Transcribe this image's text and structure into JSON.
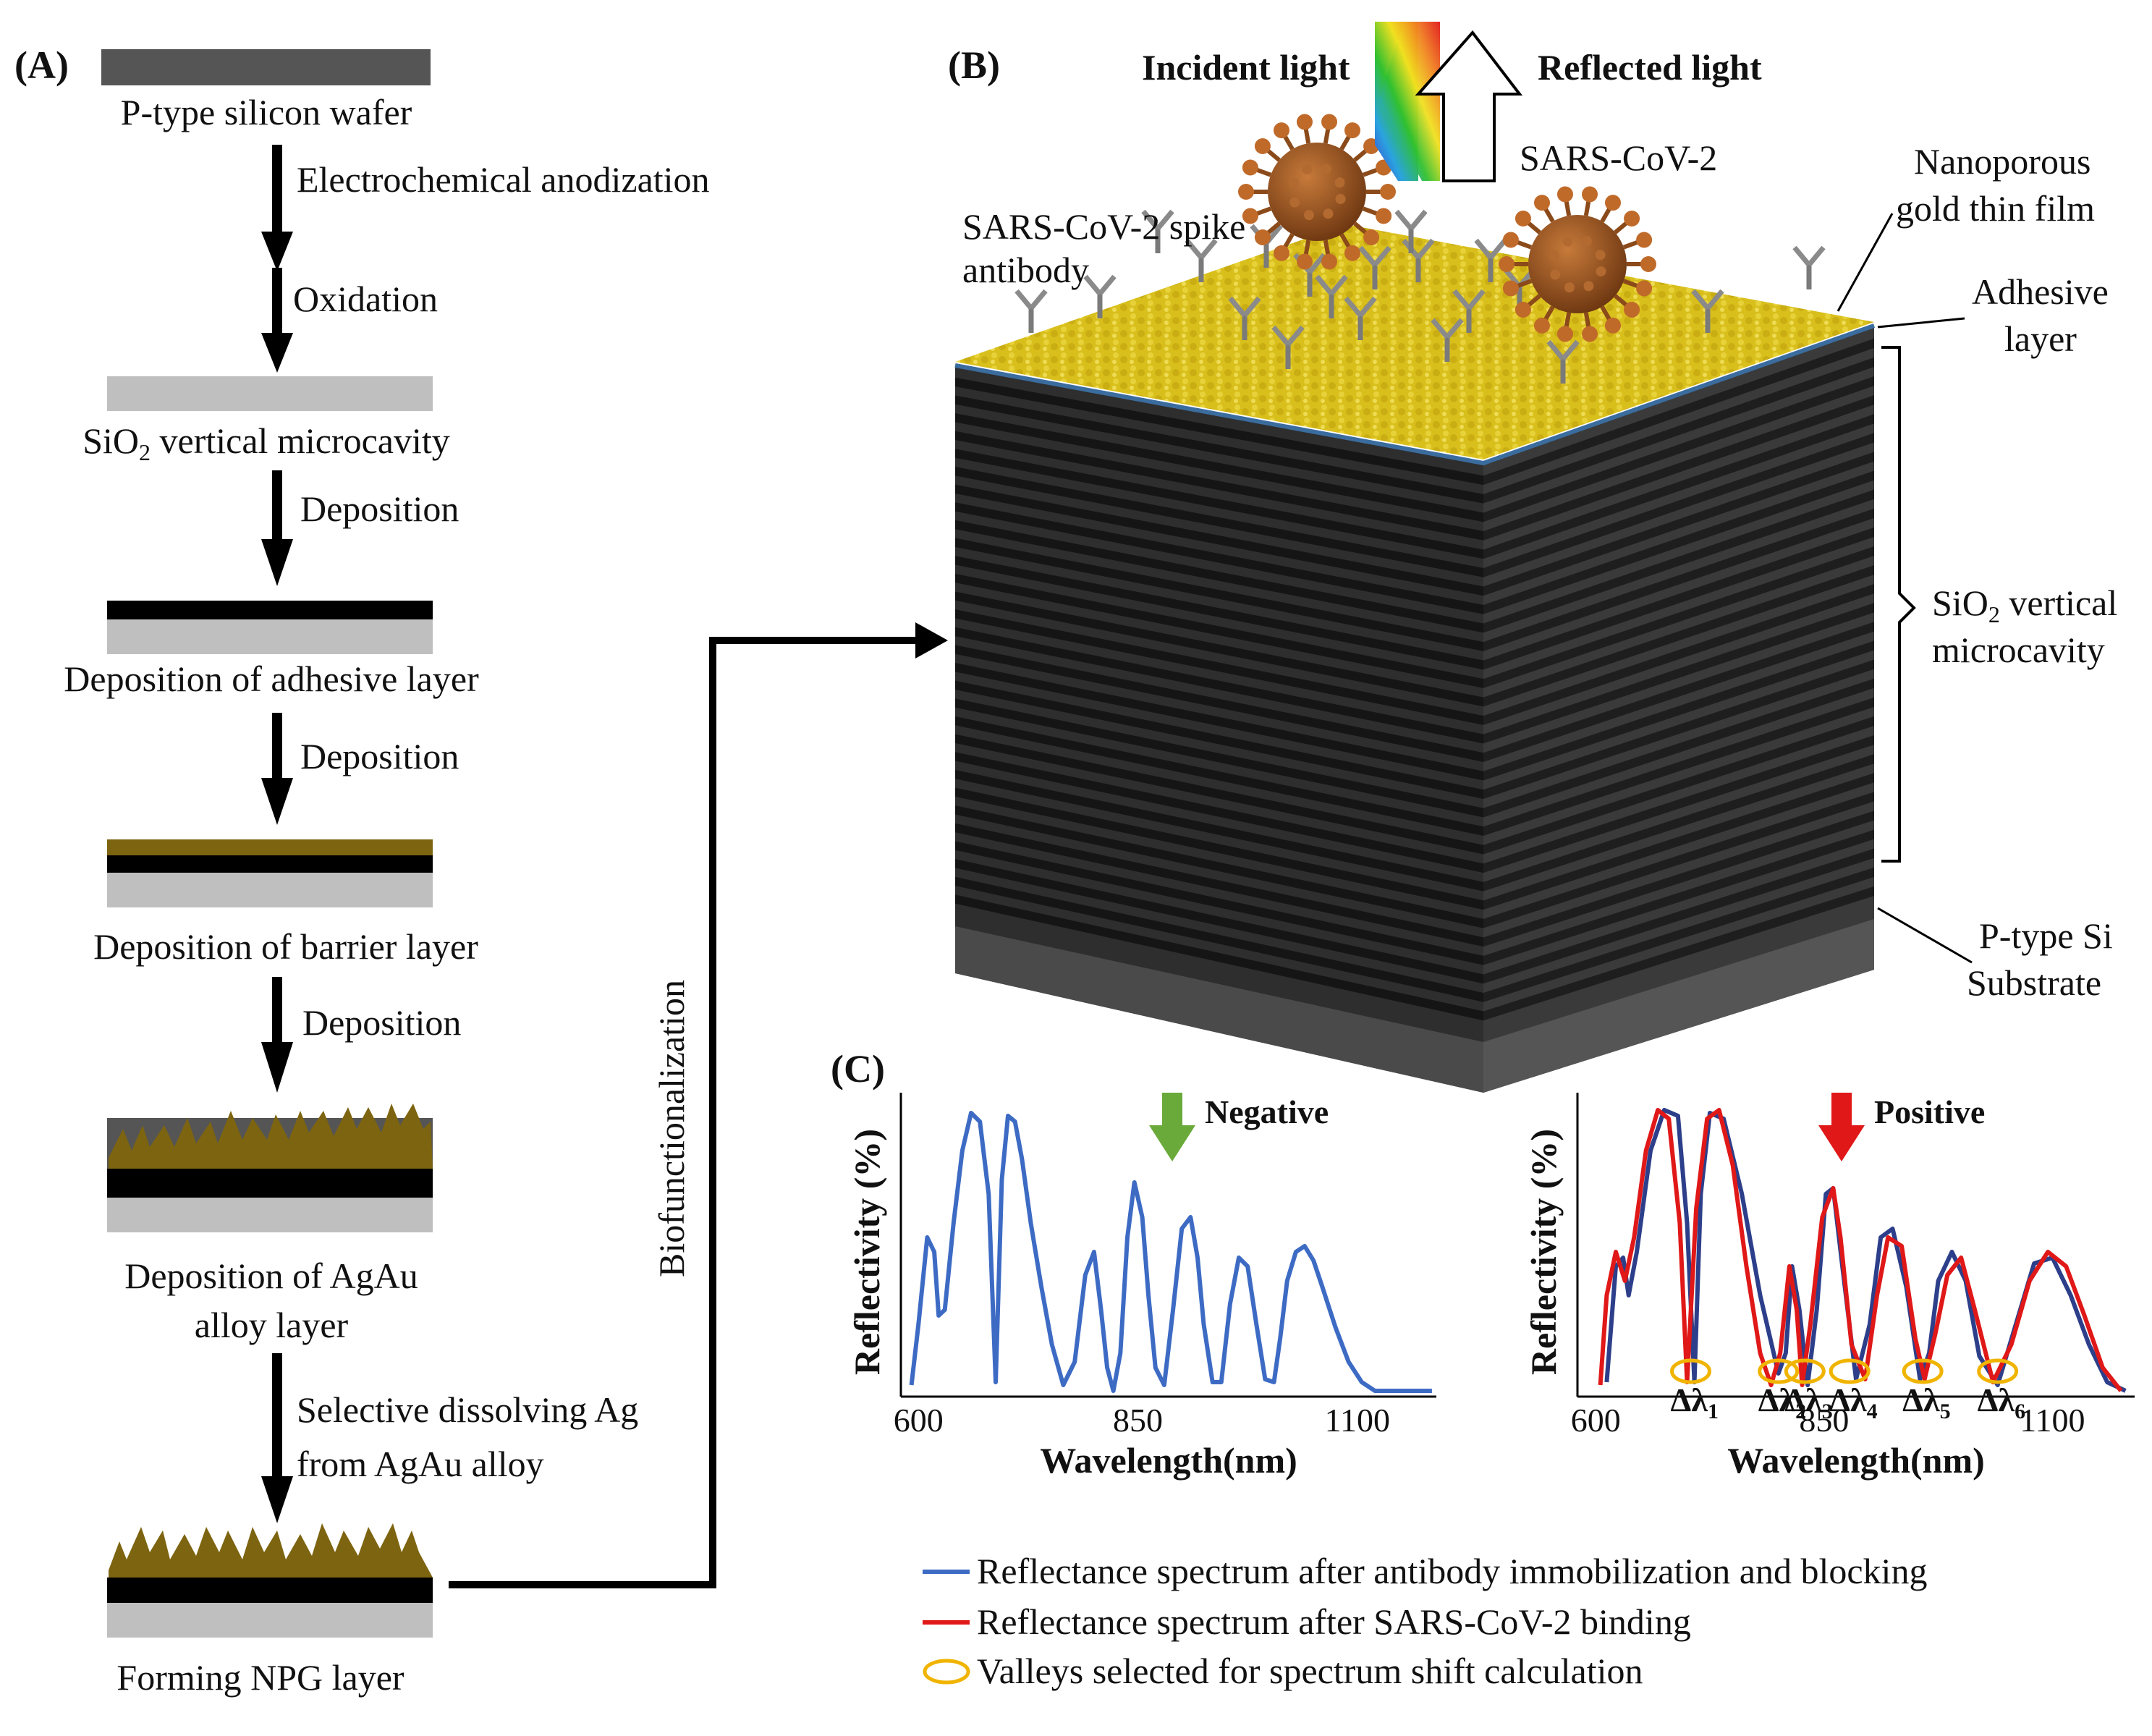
{
  "panels": {
    "a_label": "(A)",
    "b_label": "(B)",
    "c_label": "(C)"
  },
  "fabrication_steps": [
    {
      "label": "P-type silicon wafer"
    },
    {
      "label": "SiO",
      "sub": "2",
      "label_rest": " vertical microcavity"
    },
    {
      "label": "Deposition of adhesive layer"
    },
    {
      "label": "Deposition of barrier layer"
    },
    {
      "label_line1": "Deposition of AgAu",
      "label_line2": "alloy layer"
    },
    {
      "label": "Forming NPG layer"
    }
  ],
  "process_arrows": [
    {
      "label": "Electrochemical anodization"
    },
    {
      "label": "Oxidation"
    },
    {
      "label": "Deposition"
    },
    {
      "label": "Deposition"
    },
    {
      "label": "Deposition"
    },
    {
      "label_line1": "Selective dissolving Ag",
      "label_line2": "from AgAu alloy"
    }
  ],
  "biofunctionalization_label": "Biofunctionalization",
  "sensor": {
    "incident_light": "Incident light",
    "reflected_light": "Reflected light",
    "virus_label": "SARS-CoV-2",
    "antibody_label_line1": "SARS-CoV-2 spike",
    "antibody_label_line2": "antibody",
    "npg_label_line1": "Nanoporous",
    "npg_label_line2": "gold thin film",
    "adhesive_label_line1": "Adhesive",
    "adhesive_label_line2": "layer",
    "microcavity_label_line1_main": "SiO",
    "microcavity_label_line1_sub": "2",
    "microcavity_label_line1_rest": " vertical",
    "microcavity_label_line2": "microcavity",
    "substrate_label_line1": "P-type Si",
    "substrate_label_line2": "Substrate"
  },
  "chart_data": [
    {
      "type": "line",
      "annotation": "Negative",
      "xlabel": "Wavelength(nm)",
      "ylabel": "Reflectivity (%)",
      "xticks": [
        600,
        850,
        1100
      ],
      "xlim": [
        580,
        1190
      ],
      "ylim": [
        0,
        1
      ],
      "series": [
        {
          "name": "Reflectance spectrum after antibody immobilization and blocking",
          "color": "#3d6bc4",
          "x": [
            592,
            600,
            610,
            618,
            623,
            630,
            640,
            650,
            660,
            670,
            680,
            688,
            695,
            702,
            710,
            718,
            728,
            740,
            752,
            765,
            778,
            790,
            800,
            808,
            815,
            822,
            830,
            838,
            846,
            855,
            862,
            870,
            880,
            890,
            900,
            910,
            918,
            925,
            935,
            945,
            955,
            965,
            975,
            985,
            995,
            1005,
            1012,
            1020,
            1030,
            1040,
            1050,
            1060,
            1075,
            1090,
            1105,
            1120,
            1132,
            1145,
            1160,
            1175,
            1185
          ],
          "y": [
            0.04,
            0.25,
            0.55,
            0.5,
            0.28,
            0.3,
            0.6,
            0.85,
            0.98,
            0.95,
            0.7,
            0.05,
            0.75,
            0.97,
            0.95,
            0.82,
            0.6,
            0.38,
            0.18,
            0.04,
            0.12,
            0.42,
            0.5,
            0.3,
            0.1,
            0.02,
            0.15,
            0.55,
            0.74,
            0.62,
            0.35,
            0.1,
            0.04,
            0.3,
            0.58,
            0.62,
            0.48,
            0.25,
            0.05,
            0.05,
            0.32,
            0.48,
            0.45,
            0.25,
            0.06,
            0.05,
            0.2,
            0.4,
            0.5,
            0.52,
            0.47,
            0.38,
            0.24,
            0.12,
            0.05,
            0.02,
            0.02,
            0.02,
            0.02,
            0.02,
            0.02
          ]
        }
      ]
    },
    {
      "type": "line",
      "annotation": "Positive",
      "xlabel": "Wavelength(nm)",
      "ylabel": "Reflectivity (%)",
      "xticks": [
        600,
        850,
        1100
      ],
      "xlim": [
        580,
        1190
      ],
      "ylim": [
        0,
        1
      ],
      "series": [
        {
          "name": "Reflectance spectrum after antibody immobilization and blocking",
          "color": "#2d3f8a",
          "x": [
            612,
            622,
            630,
            636,
            645,
            660,
            675,
            690,
            700,
            708,
            715,
            725,
            740,
            760,
            780,
            800,
            808,
            815,
            823,
            832,
            842,
            852,
            860,
            870,
            885,
            900,
            912,
            925,
            940,
            955,
            965,
            975,
            990,
            1005,
            1020,
            1040,
            1060,
            1080,
            1100,
            1120,
            1140,
            1160,
            1180
          ],
          "y": [
            0.05,
            0.45,
            0.48,
            0.35,
            0.5,
            0.85,
            0.99,
            0.97,
            0.6,
            0.05,
            0.7,
            0.98,
            0.96,
            0.7,
            0.35,
            0.08,
            0.15,
            0.45,
            0.3,
            0.04,
            0.3,
            0.7,
            0.72,
            0.45,
            0.06,
            0.25,
            0.55,
            0.58,
            0.38,
            0.06,
            0.15,
            0.4,
            0.5,
            0.4,
            0.14,
            0.04,
            0.25,
            0.46,
            0.48,
            0.35,
            0.18,
            0.05,
            0.02
          ]
        },
        {
          "name": "Reflectance spectrum after SARS-CoV-2 binding",
          "color": "#e01818",
          "x": [
            605,
            612,
            622,
            632,
            642,
            655,
            668,
            680,
            692,
            700,
            710,
            722,
            735,
            750,
            765,
            780,
            792,
            802,
            812,
            820,
            826,
            835,
            848,
            860,
            868,
            880,
            895,
            908,
            920,
            935,
            950,
            960,
            972,
            985,
            1000,
            1015,
            1035,
            1055,
            1075,
            1095,
            1115,
            1135,
            1155,
            1175
          ],
          "y": [
            0.04,
            0.35,
            0.5,
            0.4,
            0.55,
            0.85,
            0.99,
            0.96,
            0.6,
            0.05,
            0.65,
            0.96,
            0.99,
            0.8,
            0.45,
            0.15,
            0.04,
            0.15,
            0.45,
            0.3,
            0.04,
            0.25,
            0.62,
            0.72,
            0.55,
            0.18,
            0.06,
            0.35,
            0.55,
            0.52,
            0.2,
            0.06,
            0.22,
            0.42,
            0.48,
            0.3,
            0.05,
            0.18,
            0.4,
            0.5,
            0.45,
            0.28,
            0.1,
            0.02
          ]
        }
      ],
      "valley_markers": [
        "Δλ1",
        "Δλ2",
        "Δλ3",
        "Δλ4",
        "Δλ5",
        "Δλ6"
      ]
    }
  ],
  "valleys": [
    {
      "main": "Δλ",
      "sub": "1"
    },
    {
      "main": "Δλ",
      "sub": "2"
    },
    {
      "main": "Δλ",
      "sub": "3"
    },
    {
      "main": "Δλ",
      "sub": "4"
    },
    {
      "main": "Δλ",
      "sub": "5"
    },
    {
      "main": "Δλ",
      "sub": "6"
    }
  ],
  "legend": [
    {
      "label": "Reflectance spectrum after  antibody immobilization and blocking",
      "color": "#3d6bc4"
    },
    {
      "label": "Reflectance spectrum after  SARS-CoV-2 binding",
      "color": "#e01818"
    },
    {
      "label": "Valleys selected  for spectrum shift calculation",
      "color": "#f0b400"
    }
  ]
}
